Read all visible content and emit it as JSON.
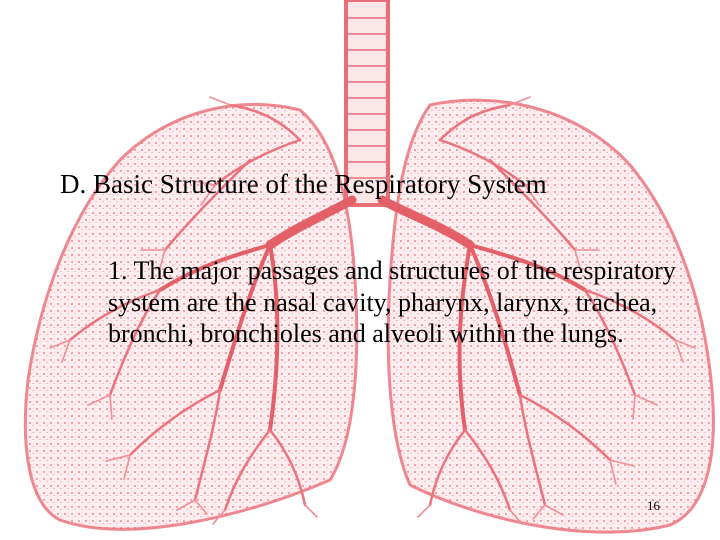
{
  "slide": {
    "heading": "D.  Basic Structure of the Respiratory System",
    "body": "1.  The major passages and structures of the respiratory system are the nasal cavity, pharynx, larynx, trachea, bronchi, bronchioles and alveoli within the lungs.",
    "page_number": "16"
  },
  "colors": {
    "background": "#ffffff",
    "lung_illustration": "#e04a55",
    "text": "#000000"
  },
  "background_image": {
    "subject": "lungs-illustration",
    "icon": "lungs-icon"
  }
}
